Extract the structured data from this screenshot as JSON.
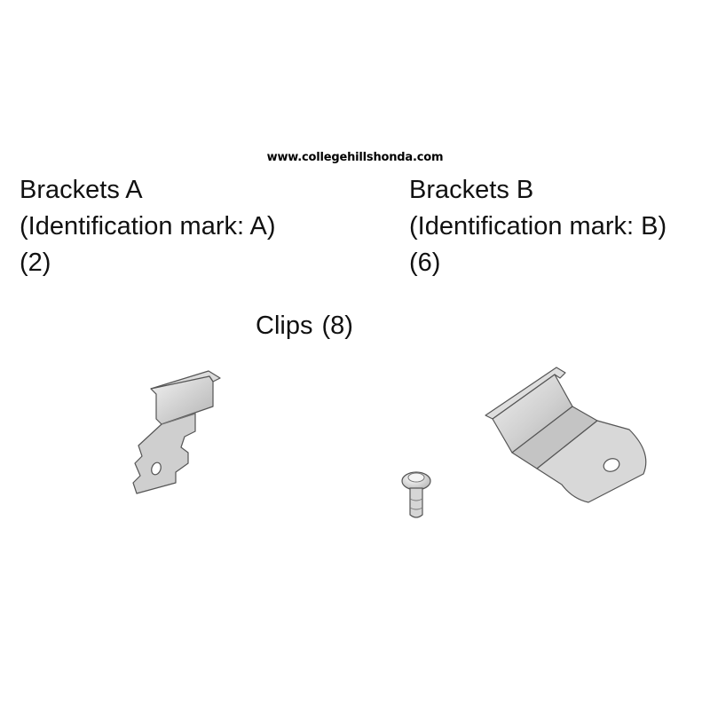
{
  "watermark": "www.collegehillshonda.com",
  "bracket_a": {
    "name": "Brackets A",
    "id_mark": "(Identification mark: A)",
    "quantity": "(2)"
  },
  "bracket_b": {
    "name": "Brackets B",
    "id_mark": "(Identification mark: B)",
    "quantity": "(6)"
  },
  "clips": {
    "name": "Clips",
    "quantity": "(8)"
  },
  "colors": {
    "metal_light": "#e4e4e4",
    "metal_mid": "#c9c9c9",
    "metal_dark": "#a8a8a8",
    "outline": "#555555"
  }
}
